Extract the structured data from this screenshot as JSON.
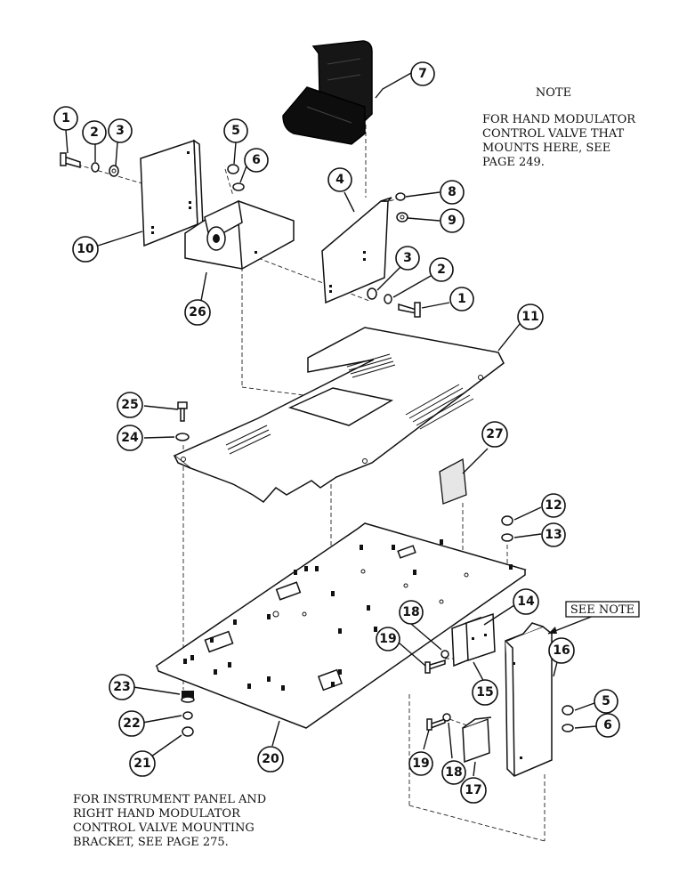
{
  "note": {
    "title": "NOTE",
    "lines": [
      "FOR HAND MODULATOR",
      "CONTROL VALVE THAT",
      "MOUNTS HERE, SEE",
      "PAGE 249."
    ]
  },
  "see_note_label": "SEE NOTE",
  "footer": {
    "lines": [
      "FOR INSTRUMENT PANEL AND",
      "RIGHT HAND MODULATOR",
      "CONTROL VALVE MOUNTING",
      "BRACKET, SEE PAGE 275."
    ]
  },
  "callouts": [
    "1",
    "2",
    "3",
    "5",
    "6",
    "7",
    "10",
    "26",
    "4",
    "8",
    "9",
    "3",
    "2",
    "1",
    "11",
    "25",
    "24",
    "27",
    "12",
    "13",
    "14",
    "18",
    "19",
    "15",
    "16",
    "5",
    "6",
    "23",
    "22",
    "21",
    "20",
    "19",
    "18",
    "17"
  ]
}
